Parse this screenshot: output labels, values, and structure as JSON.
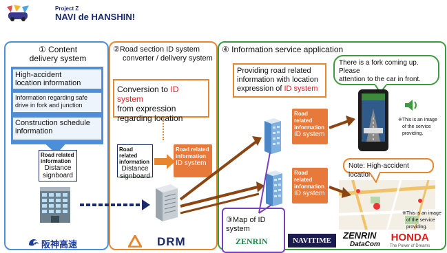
{
  "header": {
    "project": "Project Z",
    "title": "NAVI de HANSHIN!"
  },
  "panel1": {
    "title_line1": "①  Content",
    "title_line2": "delivery system",
    "items": [
      {
        "line1": "High-accident",
        "line2": "location information"
      },
      {
        "line1": "Information regarding safe",
        "line2": "drive in fork and junction"
      },
      {
        "line1": "Construction schedule",
        "line2": "information"
      }
    ],
    "note_small1": "Road related",
    "note_small2": "information",
    "note_big1": "Distance",
    "note_big2": "signboard",
    "logo": "阪神高速"
  },
  "panel2": {
    "title_line1": "②Road section ID system",
    "title_line2": "converter / delivery system",
    "conv_line1": "Conversion to ",
    "conv_red": "ID system",
    "conv_line2": "from expression",
    "conv_line3": "regarding location",
    "note_small1": "Road related",
    "note_small2": "information",
    "note_big1": "Distance",
    "note_big2": "signboard",
    "out_small1": "Road related",
    "out_small2": "information",
    "out_id": "ID system",
    "logo": "DRM"
  },
  "panel4": {
    "title": "④ Information service application",
    "desc_line1": "Providing road related",
    "desc_line2": "information with location",
    "desc_line3": "expression of ",
    "desc_red": "ID system",
    "bubble1_line1": "There is a fork coming up. Please",
    "bubble1_line2": "attention to the car in front.",
    "bubble2": "Note: High-accident  location",
    "box_small1": "Road related",
    "box_small2": "information",
    "box_id": "ID system",
    "image_note1": "※This is an image",
    "image_note2": "of the service",
    "image_note3": "providing.",
    "logos": [
      "NAVITIME",
      "ZENRIN",
      "DataCom",
      "HONDA",
      "The Power of Dreams"
    ]
  },
  "panel3": {
    "line1": "③Map of ID",
    "line2": "system",
    "logo": "ZENRIN"
  },
  "colors": {
    "blue_panel": "#4a8fd8",
    "orange_panel": "#e8862e",
    "green_panel": "#3d9a3d",
    "purple_panel": "#7a3fc0",
    "arrow_brown": "#8b4513",
    "arrow_navy": "#1a2b6b",
    "id_orange": "#e77a3a"
  }
}
